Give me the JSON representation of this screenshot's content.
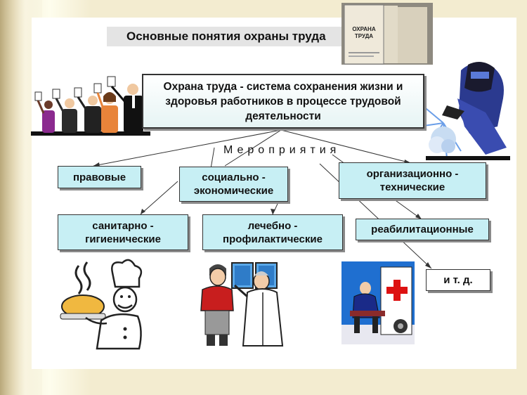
{
  "slide": {
    "title": "Основные понятия охраны труда",
    "book_text": "ОХРАНА ТРУДА",
    "book_text_2": "ОХРАНА ТРУДА",
    "main_box": "Охрана труда - система сохранения жизни и здоровья работников в процессе трудовой деятельности",
    "measures_label": "Мероприятия",
    "boxes": {
      "legal": "правовые",
      "socio_economic": "социально - экономические",
      "org_technical": "организационно - технические",
      "sanitary": "санитарно - гигиенические",
      "medical": "лечебно - профилактические",
      "rehab": "реабилитационные",
      "etc": "и т. д."
    }
  }
}
